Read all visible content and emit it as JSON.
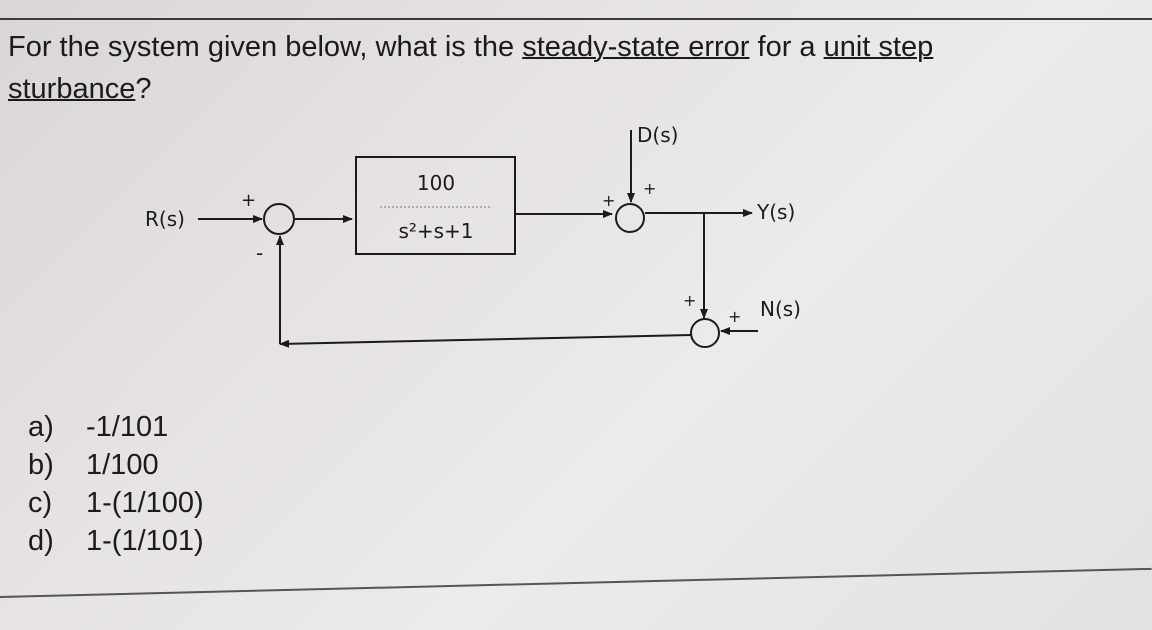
{
  "question": {
    "line1_before": "For the system given below, what is the ",
    "line1_u1": "steady-state error",
    "line1_mid": " for a ",
    "line1_u2": "unit step",
    "line2_u": "sturbance",
    "line2_after": "?"
  },
  "diagram": {
    "input_label": "R(s)",
    "output_label": "Y(s)",
    "disturbance_label": "D(s)",
    "noise_label": "N(s)",
    "tf_numerator": "100",
    "tf_denominator": "s²+s+1",
    "sum1_top_sign": "+",
    "sum1_bottom_sign": "-",
    "sum2_left_sign": "+",
    "sum2_top_sign": "+",
    "sum3_top_sign": "+",
    "sum3_right_sign": "+"
  },
  "choices": [
    {
      "letter": "a)",
      "text": "-1/101"
    },
    {
      "letter": "b)",
      "text": "1/100"
    },
    {
      "letter": "c)",
      "text": "1-(1/100)"
    },
    {
      "letter": "d)",
      "text": "1-(1/101)"
    }
  ]
}
